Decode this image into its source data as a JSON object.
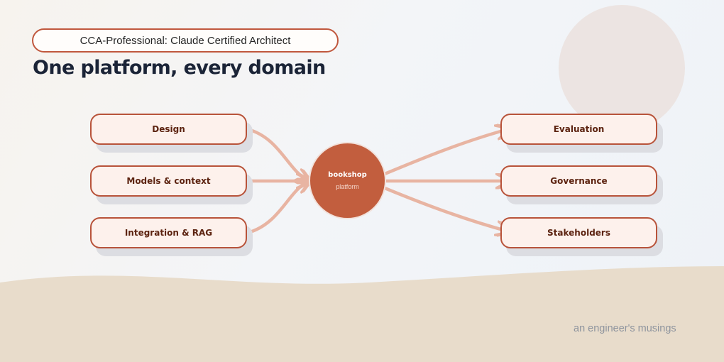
{
  "header": {
    "badge": "CCA-Professional: Claude Certified Architect",
    "title": "One platform, every domain"
  },
  "hub": {
    "title": "bookshop",
    "subtitle": "platform"
  },
  "left_nodes": [
    "Design",
    "Models & context",
    "Integration & RAG"
  ],
  "right_nodes": [
    "Evaluation",
    "Governance",
    "Stakeholders"
  ],
  "footer": {
    "credit": "an engineer's musings"
  },
  "colors": {
    "accent": "#c25e3e",
    "node_border": "#b8533a",
    "node_fill": "#fdf1ec",
    "connector": "#e8b4a2",
    "ground": "#e8dccb",
    "title": "#1b2437"
  }
}
